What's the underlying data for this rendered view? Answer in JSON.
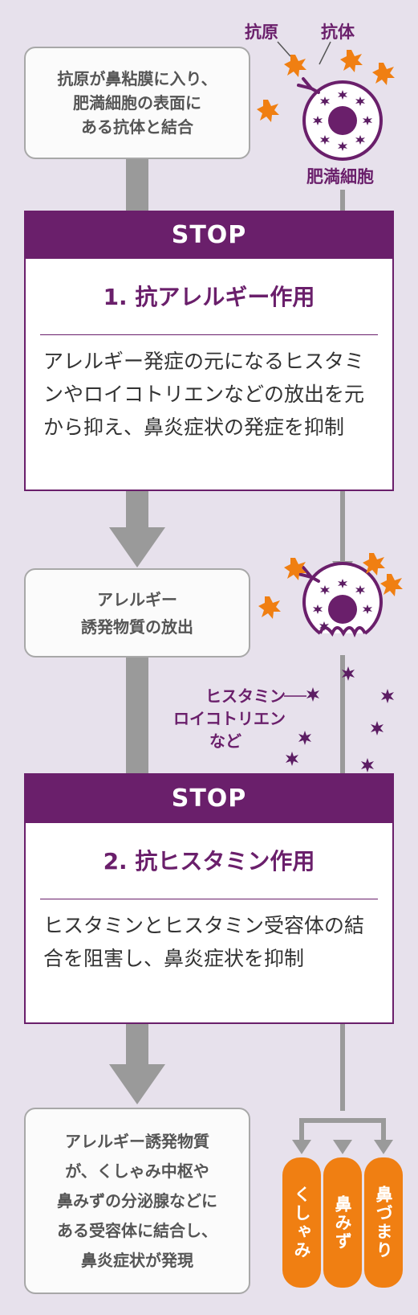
{
  "labels": {
    "antigen": "抗原",
    "antibody": "抗体",
    "mast_cell": "肥満細胞",
    "mediators": [
      "ヒスタミン",
      "ロイコトリエン",
      "など"
    ]
  },
  "boxes": {
    "step1": "抗原が鼻粘膜に入り、\n肥満細胞の表面に\nある抗体と結合",
    "release": "アレルギー\n誘発物質の放出",
    "final": "アレルギー誘発物質\nが、くしゃみ中枢や\n鼻みずの分泌腺などに\nある受容体に結合し、\n鼻炎症状が発現"
  },
  "stop1": {
    "header": "STOP",
    "title": "1. 抗アレルギー作用",
    "description": "アレルギー発症の元になるヒスタミンやロイコトリエンなどの放出を元から抑え、鼻炎症状の発症を抑制"
  },
  "stop2": {
    "header": "STOP",
    "title": "2. 抗ヒスタミン作用",
    "description": "ヒスタミンとヒスタミン受容体の結合を阻害し、鼻炎症状を抑制"
  },
  "symptoms": [
    "くしゃみ",
    "鼻みず",
    "鼻づまり"
  ],
  "colors": {
    "background": "#e7e1ec",
    "purple": "#6a1f6b",
    "orange": "#f07f12",
    "gray_arrow": "#9a9a9a",
    "mediator": "#5c1d63"
  }
}
